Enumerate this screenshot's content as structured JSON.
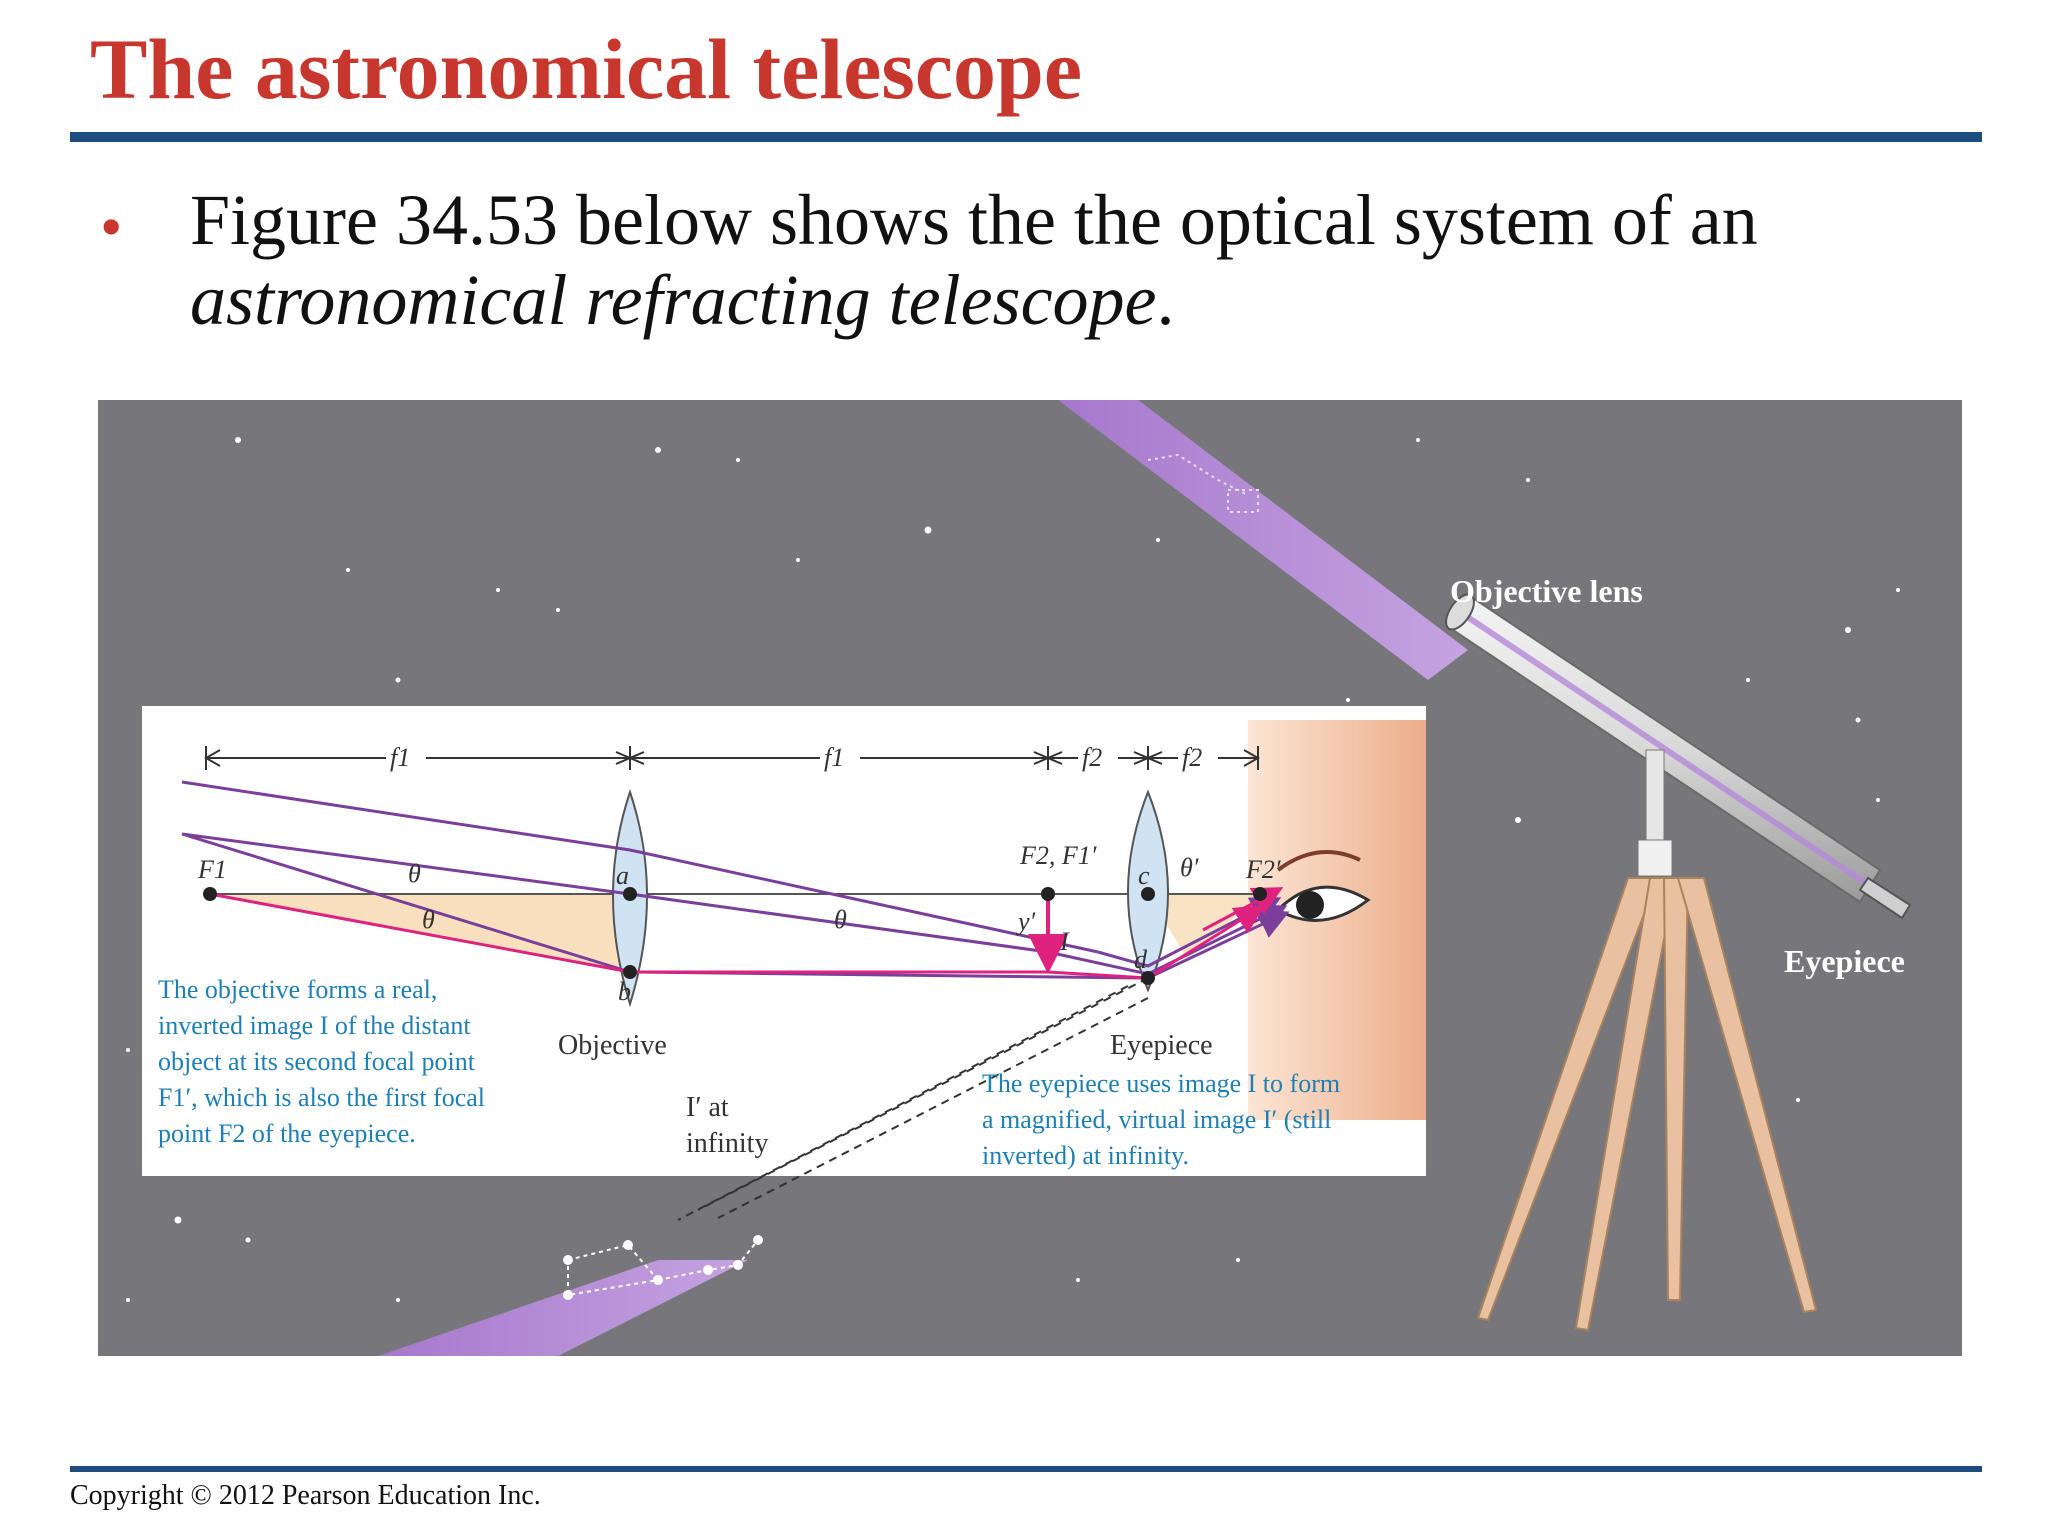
{
  "title": "The astronomical telescope",
  "bullet": {
    "text_prefix": "Figure 34.53 below shows the the optical system of an",
    "text_italic": "astronomical refracting telescope",
    "text_suffix": "."
  },
  "figure": {
    "telescope_labels": {
      "objective_lens": "Objective lens",
      "eyepiece": "Eyepiece"
    },
    "dimension_labels": {
      "f1a": "f1",
      "f1b": "f1",
      "f2a": "f2",
      "f2b": "f2"
    },
    "point_labels": {
      "F1": "F1",
      "F2F1p": "F2, F1′",
      "F2p": "F2′",
      "a": "a",
      "b": "b",
      "c": "c",
      "d": "d",
      "theta_left": "θ",
      "theta_left2": "θ",
      "theta_mid": "θ",
      "theta_prime": "θ′",
      "yprime": "y′",
      "I": "I"
    },
    "lens_labels": {
      "objective": "Objective",
      "eyepiece": "Eyepiece"
    },
    "image_at_infinity": [
      "I′ at",
      "infinity"
    ],
    "captions": {
      "objective_caption": [
        "The objective forms a real,",
        "inverted image I of the distant",
        "object at its second focal point",
        "F1′, which is also the first focal",
        "point F2 of the eyepiece."
      ],
      "eyepiece_caption": [
        "The eyepiece uses image I to form",
        "a magnified, virtual image I′ (still",
        "inverted) at infinity."
      ]
    }
  },
  "footer": {
    "copyright": "Copyright © 2012 Pearson Education Inc."
  },
  "colors": {
    "title": "#c8372d",
    "rules": "#1c4e80",
    "sky": "#77777b",
    "ray_purple": "#7a3f9a",
    "ray_magenta": "#e0227f",
    "caption_blue": "#1e7fb4",
    "beam": "#b58ad8"
  }
}
